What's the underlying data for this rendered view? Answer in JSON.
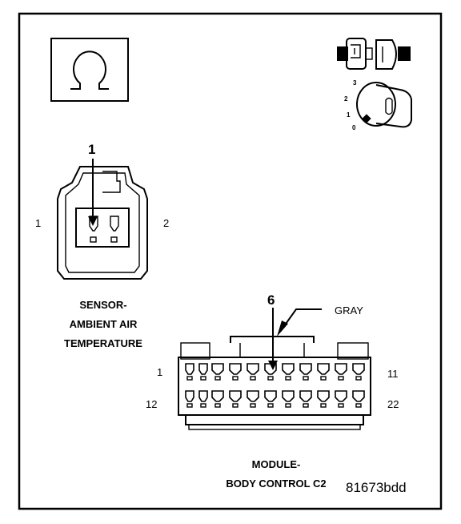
{
  "sensor": {
    "pin_callout": "1",
    "left_pin": "1",
    "right_pin": "2",
    "name_lines": [
      "SENSOR-",
      "AMBIENT AIR",
      "TEMPERATURE"
    ]
  },
  "ignition_switch": {
    "positions": [
      "3",
      "2",
      "1",
      "0"
    ]
  },
  "module": {
    "pin_callout": "6",
    "color_label": "GRAY",
    "row1_left": "1",
    "row1_right": "11",
    "row2_left": "12",
    "row2_right": "22",
    "name_lines": [
      "MODULE-",
      "BODY CONTROL C2"
    ]
  },
  "figure_code": "81673bdd",
  "icons": [
    "ohmmeter-icon",
    "connector-disconnect-icon",
    "ignition-key-off-icon"
  ]
}
